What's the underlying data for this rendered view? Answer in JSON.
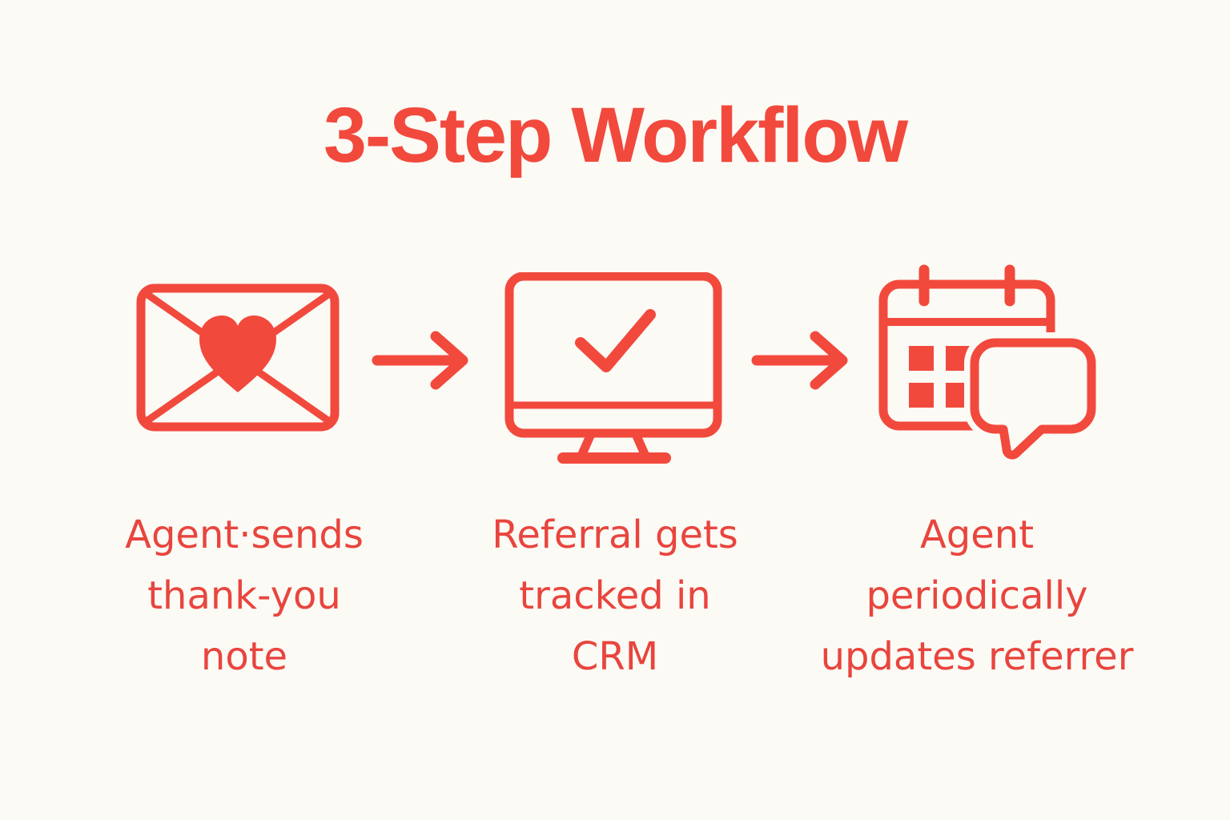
{
  "colors": {
    "background": "#FCFAF5",
    "accent": "#F2493D",
    "caption_text": "#E8453E"
  },
  "title": "3-Step Workflow",
  "steps": [
    {
      "icon": "envelope-heart-icon",
      "caption_lines": [
        "Agent·sends",
        "thank-you",
        "note"
      ]
    },
    {
      "icon": "monitor-check-icon",
      "caption_lines": [
        "Referral gets",
        "tracked in",
        "CRM"
      ]
    },
    {
      "icon": "calendar-chat-icon",
      "caption_lines": [
        "Agent",
        "periodically",
        "updates referrer"
      ]
    }
  ],
  "arrows": [
    {
      "icon": "right-arrow-icon"
    },
    {
      "icon": "right-arrow-icon"
    }
  ]
}
